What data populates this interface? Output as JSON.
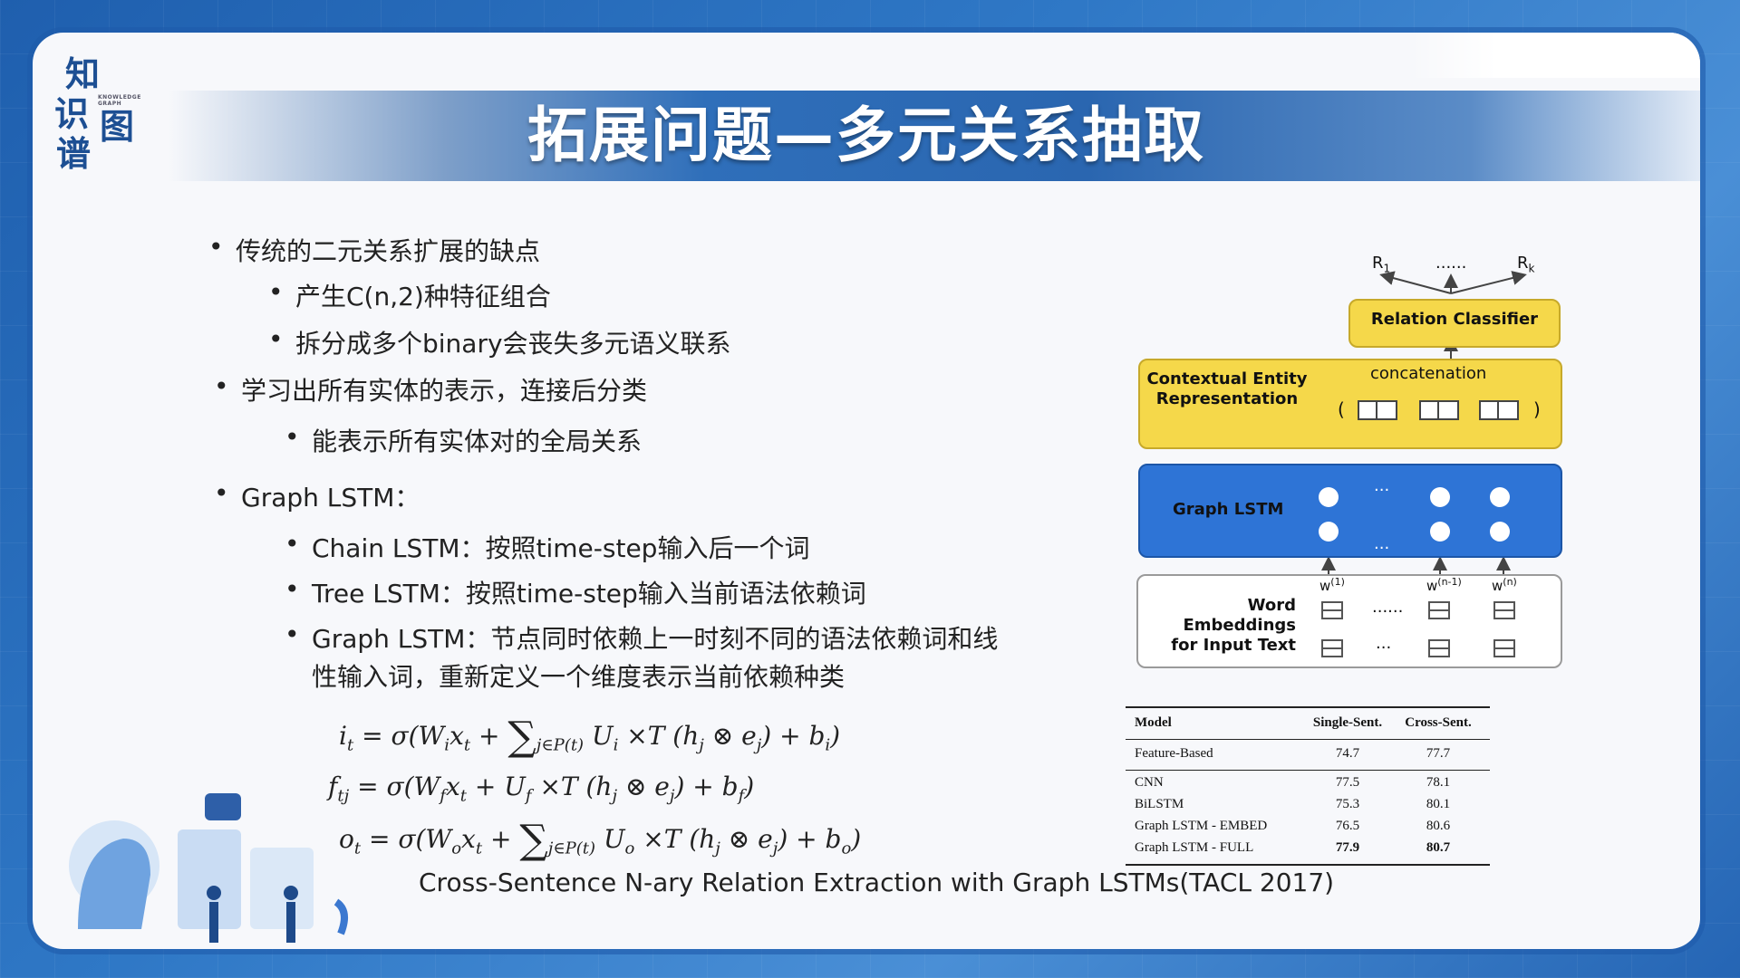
{
  "slide": {
    "title": "拓展问题—多元关系抽取",
    "logo": {
      "chars": [
        "知",
        "识",
        "图",
        "谱"
      ],
      "tiny": "KNOWLEDGE GRAPH"
    },
    "bullets": [
      {
        "text": "传统的二元关系扩展的缺点"
      },
      {
        "text": "产生C(n,2)种特征组合"
      },
      {
        "text": "拆分成多个binary会丧失多元语义联系"
      },
      {
        "text": "学习出所有实体的表示，连接后分类"
      },
      {
        "text": "能表示所有实体对的全局关系"
      },
      {
        "text": "Graph LSTM："
      },
      {
        "text": "Chain LSTM：按照time-step输入后一个词"
      },
      {
        "text": "Tree LSTM：按照time-step输入当前语法依赖词"
      },
      {
        "text": "Graph LSTM：节点同时依赖上一时刻不同的语法依赖词和线"
      },
      {
        "text": "性输入词，重新定义一个维度表示当前依赖种类"
      }
    ],
    "equations": [
      {
        "lhs": "i",
        "lsub": "t",
        "body": "= σ(W",
        "wsub": "i",
        "x": "x",
        "rest1": " + ",
        "sum": "∑",
        "sumsub": "j∈P(t)",
        "u": " U",
        "usub": "i",
        "tail": " ×T (h",
        "hsub": "j",
        "otimes": " ⊗ e",
        "esub": "j",
        "end": ") + b",
        "bsub": "i",
        "close": ")"
      },
      {
        "lhs": "f",
        "lsub": "tj",
        "body": "= σ(W",
        "wsub": "f",
        "x": "x",
        "rest1": " + ",
        "sum": "",
        "sumsub": "",
        "u": "U",
        "usub": "f",
        "tail": " ×T (h",
        "hsub": "j",
        "otimes": " ⊗ e",
        "esub": "j",
        "end": ") + b",
        "bsub": "f",
        "close": ")"
      },
      {
        "lhs": "o",
        "lsub": "t",
        "body": "= σ(W",
        "wsub": "o",
        "x": "x",
        "rest1": " + ",
        "sum": "∑",
        "sumsub": "j∈P(t)",
        "u": " U",
        "usub": "o",
        "tail": " ×T (h",
        "hsub": "j",
        "otimes": " ⊗ e",
        "esub": "j",
        "end": ") + b",
        "bsub": "o",
        "close": ")"
      }
    ],
    "citation": "Cross-Sentence N-ary Relation Extraction with Graph LSTMs(TACL 2017)"
  },
  "diagram": {
    "r1": "R",
    "r1_sub": "1",
    "rdots": "......",
    "rk": "R",
    "rk_sub": "k",
    "classifier": "Relation Classifier",
    "concat": "concatenation",
    "cer_line1": "Contextual Entity",
    "cer_line2": "Representation",
    "paren_open": "(",
    "paren_close": ")",
    "graph_lstm": "Graph LSTM",
    "we_line1": "Word",
    "we_line2": "Embeddings",
    "we_line3": "for Input Text",
    "w1": "w",
    "w1_sup": "(1)",
    "wn1": "w",
    "wn1_sup": "(n-1)",
    "wn": "w",
    "wn_sup": "(n)",
    "dots_mid": "......",
    "dots_low": "...",
    "lstm_dots": "...",
    "colors": {
      "yellow": "#f5d84a",
      "blue": "#2e74d6",
      "box_border": "#9a9a9a"
    }
  },
  "table": {
    "headers": [
      "Model",
      "Single-Sent.",
      "Cross-Sent."
    ],
    "rows": [
      [
        "Feature-Based",
        "74.7",
        "77.7"
      ],
      [
        "CNN",
        "77.5",
        "78.1"
      ],
      [
        "BiLSTM",
        "75.3",
        "80.1"
      ],
      [
        "Graph LSTM - EMBED",
        "76.5",
        "80.6"
      ],
      [
        "Graph LSTM - FULL",
        "77.9",
        "80.7"
      ]
    ]
  }
}
